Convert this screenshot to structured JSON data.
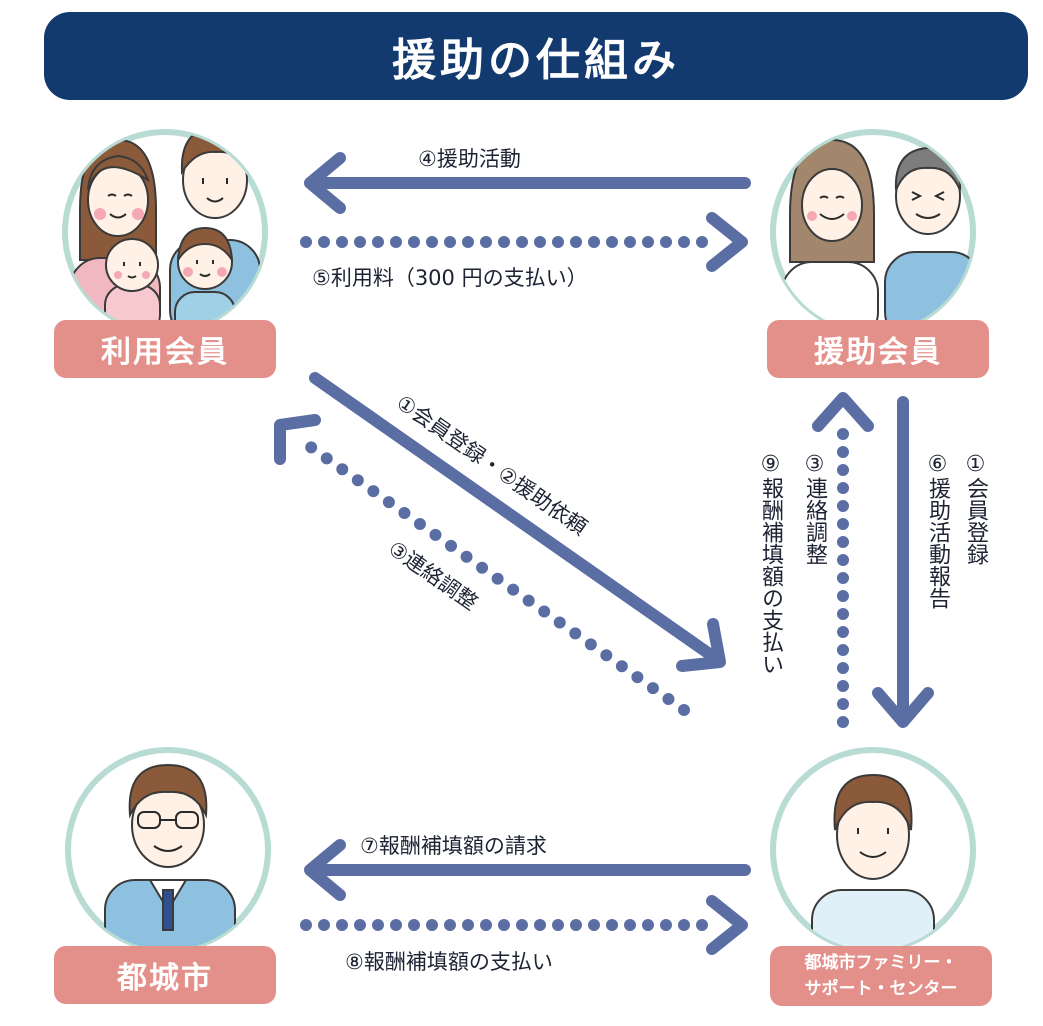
{
  "title": "援助の仕組み",
  "nodes": {
    "user_member": "利用会員",
    "support_member": "援助会員",
    "city": "都城市",
    "center_line1": "都城市ファミリー・",
    "center_line2": "サポート・センター"
  },
  "flows": {
    "f4": "④援助活動",
    "f5": "⑤利用料（300 円の支払い）",
    "f12": "①会員登録・②援助依頼",
    "f3": "③連絡調整",
    "f3v": "③連絡調整",
    "f9v": "⑨報酬補填額の支払い",
    "f1v": "①会員登録",
    "f6v": "⑥援助活動報告",
    "f7": "⑦報酬補填額の請求",
    "f8": "⑧報酬補填額の支払い"
  },
  "colors": {
    "title_bg": "#123a6e",
    "badge": "#e4908a",
    "arrow": "#5b6ea3",
    "ring": "#b8dbd4"
  }
}
